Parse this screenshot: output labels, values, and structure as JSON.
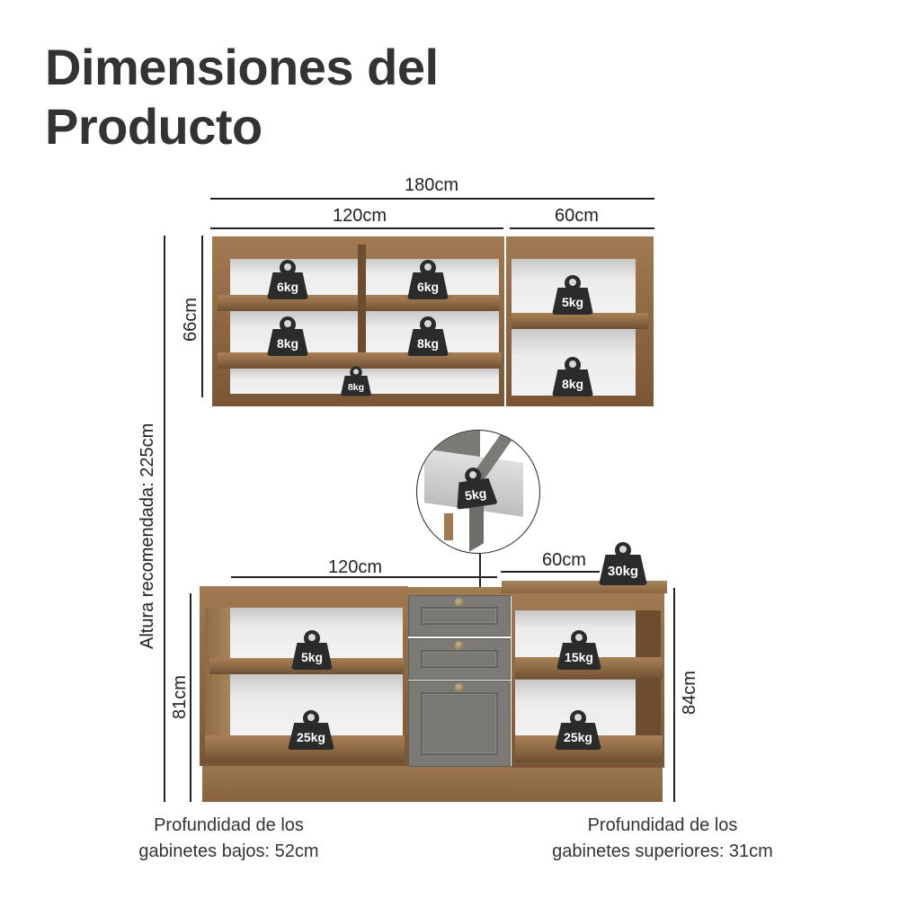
{
  "title": {
    "line1": "Dimensiones del",
    "line2": "Producto"
  },
  "dimensions": {
    "total_width": "180cm",
    "upper_left_width": "120cm",
    "upper_right_width": "60cm",
    "upper_height": "66cm",
    "recommended_height": "Altura recomendada: 225cm",
    "lower_left_width": "120cm",
    "lower_right_width": "60cm",
    "lower_left_height": "81cm",
    "lower_right_height": "84cm"
  },
  "upper_cabinets": {
    "left_weights": [
      "6kg",
      "6kg",
      "8kg",
      "8kg",
      "8kg"
    ],
    "right_weights": [
      "5kg",
      "8kg"
    ]
  },
  "drawer_detail": {
    "weight": "5kg"
  },
  "lower_cabinets": {
    "countertop_weight": "30kg",
    "left_weights": [
      "5kg",
      "25kg"
    ],
    "right_weights": [
      "15kg",
      "25kg"
    ]
  },
  "footnotes": {
    "lower_depth_line1": "Profundidad de los",
    "lower_depth_line2": "gabinetes bajos: 52cm",
    "upper_depth_line1": "Profundidad de los",
    "upper_depth_line2": "gabinetes superiores: 31cm"
  },
  "colors": {
    "title": "#333333",
    "wood": "#8a6440",
    "door_gray": "#7c7a74",
    "weight_badge": "#2b2b2b"
  }
}
